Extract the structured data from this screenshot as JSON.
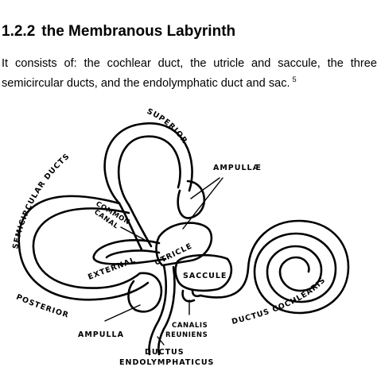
{
  "heading": {
    "number": "1.2.2",
    "title": "the Membranous Labyrinth"
  },
  "paragraph": {
    "line1": "It consists of: the cochlear duct, the utricle and saccule, the three",
    "line2": "semicircular ducts, and the endolymphatic duct and sac.",
    "citation": "5"
  },
  "figure": {
    "labels": {
      "superior": "SUPERIOR",
      "semicircular_ducts": "SEMICIRCULAR DUCTS",
      "ampullae": "AMPULLÆ",
      "common": "COMMON",
      "canal": "CANAL",
      "external": "EXTERNAL",
      "utricle": "UTRICLE",
      "saccule": "SACCULE",
      "posterior": "POSTERIOR",
      "ductus_cochlearis": "DUCTUS COCHLEARIS",
      "ampulla": "AMPULLA",
      "canalis": "CANALIS",
      "reuniens": "REUNIENS",
      "ductus": "DUCTUS",
      "endolymphaticus": "ENDOLYMPHATICUS"
    }
  }
}
